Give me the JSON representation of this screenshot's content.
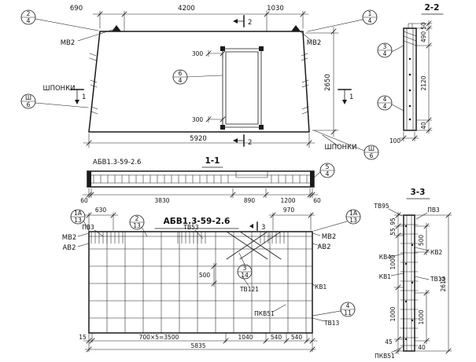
{
  "sheet": {
    "background": "#ffffff",
    "ink": "#1a1a1a"
  },
  "plan": {
    "dims": {
      "top_left": "690",
      "top_center": "4200",
      "top_right": "1030",
      "bottom_total": "5920",
      "height": "2650",
      "opening_top": "300",
      "opening_bottom": "300"
    },
    "labels": {
      "loop_left": "МВ2",
      "loop_right": "МВ2",
      "keys_top": "ШПОНКИ",
      "keys_bottom": "ШПОНКИ"
    },
    "cut_marks": {
      "cut1_left": "1",
      "cut1_right": "1",
      "cut2_top": "2",
      "cut2_bottom": "2"
    },
    "bubbles": {
      "top_left": {
        "num": "2",
        "den": "4"
      },
      "top_right": {
        "num": "1",
        "den": "4"
      },
      "keys_left": {
        "num": "Ш",
        "den": "6"
      },
      "keys_right": {
        "num": "Ш",
        "den": "6"
      },
      "opening": {
        "num": "6",
        "den": "4"
      }
    }
  },
  "section22": {
    "title": "2-2",
    "dims": {
      "d50": "50",
      "d490": "490",
      "d2120": "2120",
      "d40": "40",
      "width": "100"
    },
    "bubbles": {
      "upper": {
        "num": "3",
        "den": "4"
      },
      "lower": {
        "num": "4",
        "den": "4"
      }
    }
  },
  "section11": {
    "title": "1-1",
    "mark": "АБВ1.3-59-2.6",
    "dims": {
      "left60": "60",
      "d3830": "3830",
      "d890": "890",
      "d1200": "1200",
      "right60": "60"
    },
    "bubble": {
      "num": "5",
      "den": "4"
    }
  },
  "reinforcement": {
    "title": "АБВ1.3-59-2.6",
    "dims": {
      "d630": "630",
      "d970": "970",
      "d500": "500",
      "d15": "15",
      "d700x5": "700×5=3500",
      "d1040": "1040",
      "d540a": "540",
      "d540b": "540",
      "total": "5835"
    },
    "labels": {
      "pv3": "ПВ3",
      "tv53": "ТВ53",
      "mv2_left": "МВ2",
      "av2_left": "АВ2",
      "mv2_right": "МВ2",
      "av2_right": "АВ2",
      "tv121": "ТВ121",
      "kv1": "КВ1",
      "pkv51": "ПКВ51",
      "tv13": "ТВ13"
    },
    "cut_mark3": "3",
    "bubbles": {
      "top_left": {
        "num": "1А",
        "den": "13"
      },
      "top_mid": {
        "num": "2",
        "den": "13"
      },
      "top_right": {
        "num": "1А",
        "den": "13"
      },
      "center": {
        "num": "3",
        "den": "14"
      },
      "bottom_right": {
        "num": "4",
        "den": "11"
      }
    }
  },
  "section33": {
    "title": "3-3",
    "labels": {
      "tv95": "ТВ95",
      "pv3": "ПВ3",
      "kv4": "КВ4",
      "kv1": "КВ1",
      "kv2": "КВ2",
      "tv13": "ТВ13",
      "pkv51": "ПКВ51"
    },
    "dims": {
      "d95": "95",
      "d55": "55",
      "left1000a": "1000",
      "left1000b": "1000",
      "d45": "45",
      "d500": "500",
      "right1000": "1000",
      "d40": "40",
      "total": "2610"
    }
  }
}
